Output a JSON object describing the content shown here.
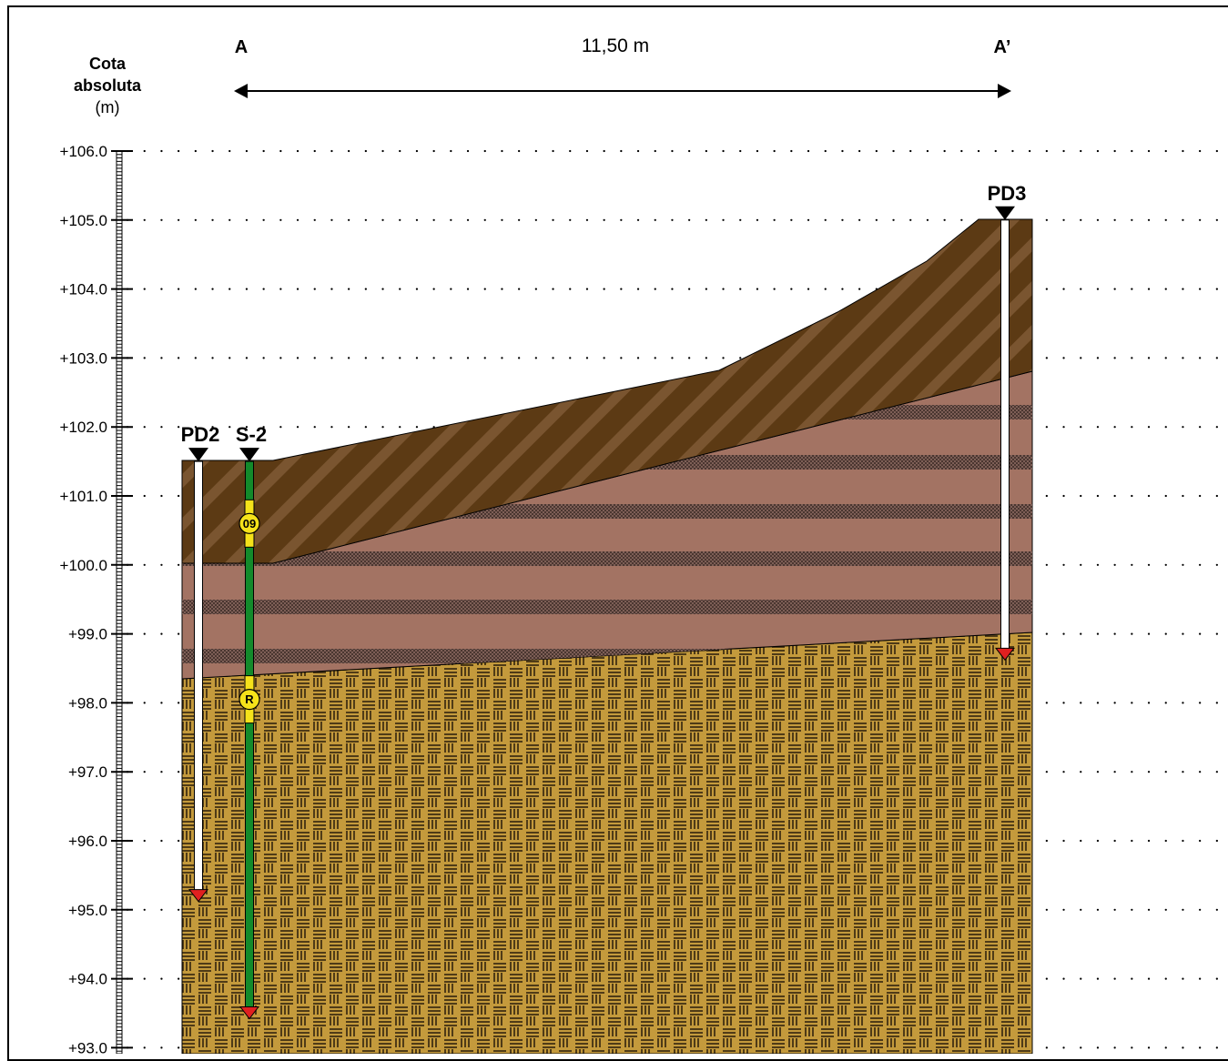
{
  "axis": {
    "title_line1": "Cota",
    "title_line2": "absoluta",
    "unit": "(m)",
    "ticks": [
      "+106.0",
      "+105.0",
      "+104.0",
      "+103.0",
      "+102.0",
      "+101.0",
      "+100.0",
      "+99.0",
      "+98.0",
      "+97.0",
      "+96.0",
      "+95.0",
      "+94.0",
      "+93.0"
    ]
  },
  "section": {
    "start_label": "A",
    "end_label": "A’",
    "distance_label": "11,50 m"
  },
  "boreholes": [
    {
      "name": "PD2",
      "top": 101.5,
      "bottom": 95.2,
      "type": "pozo"
    },
    {
      "name": "S-2",
      "top": 101.5,
      "bottom": 93.5,
      "type": "sondeo"
    },
    {
      "name": "PD3",
      "top": 105.0,
      "bottom": 98.7,
      "type": "pozo"
    }
  ],
  "samples": [
    {
      "label": "09",
      "elevation": 100.6
    },
    {
      "label": "R",
      "elevation": 98.05
    }
  ],
  "colors": {
    "fill_top": "#5c3a14",
    "fill_mid": "#a37363",
    "fill_bottom": "#c49a3c",
    "casing_green": "#138a2b",
    "sample_yellow": "#f5e21a",
    "end_red": "#e02020"
  }
}
